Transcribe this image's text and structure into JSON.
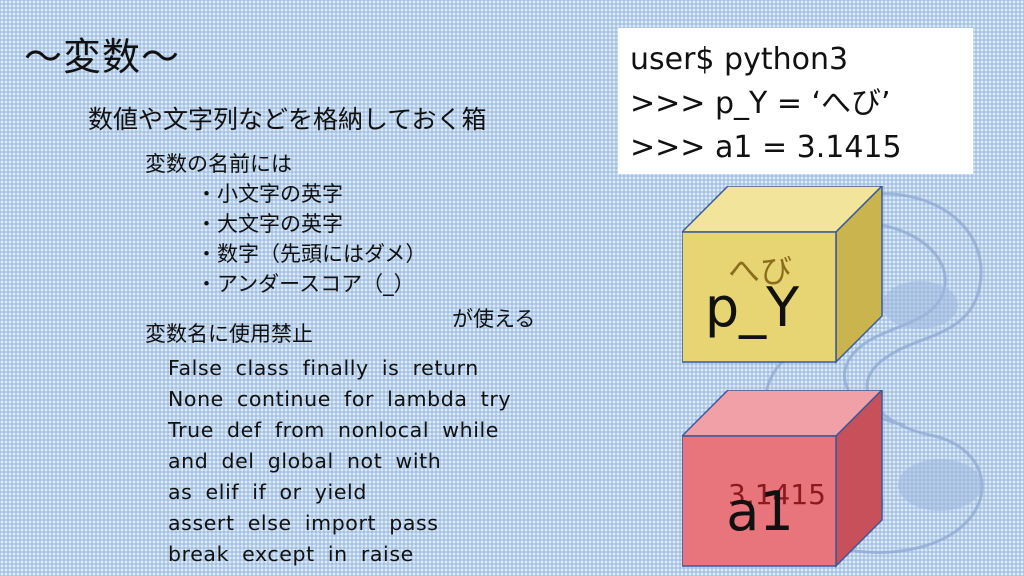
{
  "slide": {
    "title": "〜変数〜",
    "subtitle": "数値や文字列などを格納しておく箱",
    "naming": {
      "heading": "変数の名前には",
      "items": [
        "・小文字の英字",
        "・大文字の英字",
        "・数字（先頭にはダメ）",
        "・アンダースコア（_）"
      ],
      "suffix": "が使える"
    },
    "reserved": {
      "heading": "変数名に使用禁止",
      "rows": [
        "False class finally is return",
        "None continue for lambda try",
        "True def from nonlocal while",
        "and del global not with",
        "as elif if or yield",
        "assert else import pass",
        "break except in raise"
      ]
    }
  },
  "terminal": {
    "lines": [
      "user$ python3",
      ">>> p_Y = ‘へび’",
      ">>> a1 = 3.1415"
    ]
  },
  "boxes": [
    {
      "name": "p_Y",
      "value": "へび",
      "color": "#e7d472"
    },
    {
      "name": "a1",
      "value": "3.1415",
      "color": "#e8747c"
    }
  ]
}
